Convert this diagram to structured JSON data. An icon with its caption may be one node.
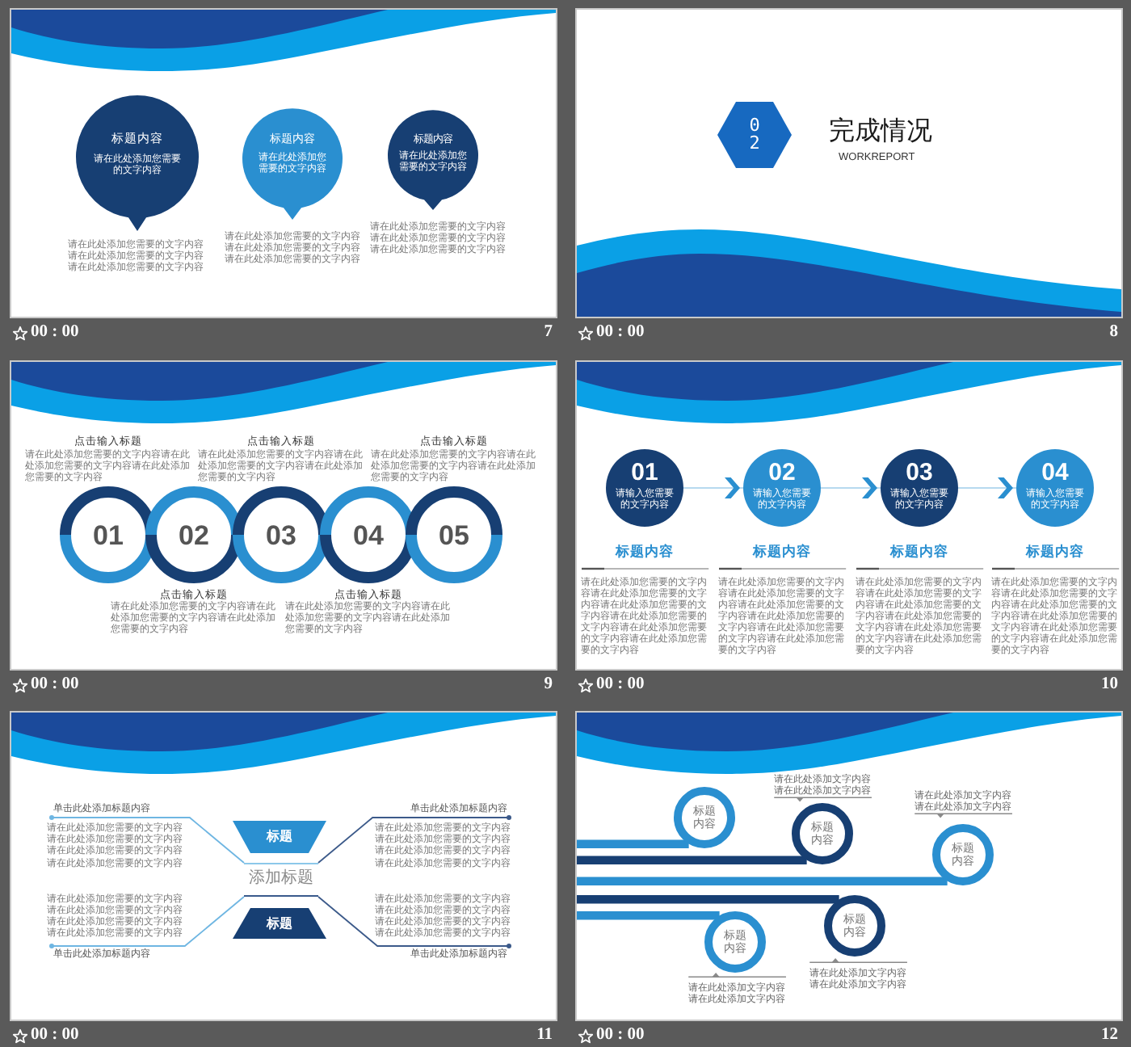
{
  "diagram": {
    "nodes": [
      {
        "text": [],
        "shape": "box",
        "beside": [
          "00 : 00",
          "7"
        ]
      },
      {
        "text": [
          "标题内容",
          "请在此处添加您需要的文字内容"
        ],
        "in": 0,
        "beside": [
          "请在此处添加您需要的文字内容请在此处添加您需要的文字内容请在此处添加您需要的文字内容"
        ]
      },
      {
        "text": [
          "标题内容",
          "请在此处添加您需要的文字内容"
        ],
        "in": 0,
        "beside": [
          "请在此处添加您需要的文字内容请在此处添加您需要的文字内容请在此处添加您需要的文字内容"
        ]
      },
      {
        "text": [
          "标题内容",
          "请在此处添加您需要的文字内容"
        ],
        "in": 0,
        "beside": [
          "请在此处添加您需要的文字内容请在此处添加您需要的文字内容请在此处添加您需要的文字内容"
        ]
      },
      {
        "text": [],
        "shape": "box",
        "beside": [
          "00 : 00",
          "8"
        ]
      },
      {
        "text": [
          "02"
        ],
        "in": 4,
        "beside": [
          "完成情况",
          "WORKREPORT"
        ]
      },
      {
        "text": [],
        "shape": "box",
        "beside": [
          "00 : 00",
          "9"
        ]
      },
      {
        "text": [
          "01"
        ],
        "in": 6,
        "beside": [
          "点击输入标题",
          "请在此处添加您需要的文字内容请在此处添加您需要的文字内容请在此处添加您需要的文字内容"
        ]
      },
      {
        "text": [
          "02"
        ],
        "in": 6,
        "beside": [
          "点击输入标题",
          "请在此处添加您需要的文字内容请在此处添加您需要的文字内容请在此处添加您需要的文字内容"
        ]
      },
      {
        "text": [
          "03"
        ],
        "in": 6,
        "beside": [
          "点击输入标题",
          "请在此处添加您需要的文字内容请在此处添加您需要的文字内容请在此处添加您需要的文字内容"
        ]
      },
      {
        "text": [
          "04"
        ],
        "in": 6,
        "beside": [
          "点击输入标题",
          "请在此处添加您需要的文字内容请在此处添加您需要的文字内容请在此处添加您需要的文字内容"
        ]
      },
      {
        "text": [
          "05"
        ],
        "in": 6,
        "beside": [
          "点击输入标题",
          "请在此处添加您需要的文字内容请在此处添加您需要的文字内容请在此处添加您需要的文字内容"
        ]
      },
      {
        "text": [],
        "shape": "box",
        "beside": [
          "00 : 00",
          "10"
        ]
      },
      {
        "text": [
          "01",
          "请输入您需要的文字内容"
        ],
        "in": 12,
        "beside": [
          "标题内容",
          "请在此处添加您需要的文字内容请在此处添加您需要的文字内容请在此处添加您需要的文字内容请在此处添加您需要的文字内容请在此处添加您需要的文字内容请在此处添加您需要的文字内容"
        ]
      },
      {
        "text": [
          "02",
          "请输入您需要的文字内容"
        ],
        "in": 12,
        "beside": [
          "标题内容",
          "请在此处添加您需要的文字内容请在此处添加您需要的文字内容请在此处添加您需要的文字内容请在此处添加您需要的文字内容请在此处添加您需要的文字内容请在此处添加您需要的文字内容"
        ]
      },
      {
        "text": [
          "03",
          "请输入您需要的文字内容"
        ],
        "in": 12,
        "beside": [
          "标题内容",
          "请在此处添加您需要的文字内容请在此处添加您需要的文字内容请在此处添加您需要的文字内容请在此处添加您需要的文字内容请在此处添加您需要的文字内容请在此处添加您需要的文字内容"
        ]
      },
      {
        "text": [
          "04",
          "请输入您需要的文字内容"
        ],
        "in": 12,
        "beside": [
          "标题内容",
          "请在此处添加您需要的文字内容请在此处添加您需要的文字内容请在此处添加您需要的文字内容请在此处添加您需要的文字内容请在此处添加您需要的文字内容请在此处添加您需要的文字内容"
        ]
      },
      {
        "text": [],
        "shape": "box",
        "beside": [
          "00 : 00",
          "11"
        ]
      },
      {
        "text": [
          "单击此处添加标题内容"
        ],
        "in": 17,
        "beside": [
          "请在此处添加您需要的文字内容请在此处添加您需要的文字内容请在此处添加您需要的文字内容请在此处添加您需要的文字内容"
        ]
      },
      {
        "text": [
          "单击此处添加标题内容"
        ],
        "in": 17,
        "beside": [
          "请在此处添加您需要的文字内容请在此处添加您需要的文字内容请在此处添加您需要的文字内容请在此处添加您需要的文字内容"
        ]
      },
      {
        "text": [
          "标题"
        ],
        "in": 17
      },
      {
        "text": [
          "添加标题"
        ],
        "in": 17
      },
      {
        "text": [
          "标题"
        ],
        "in": 17
      },
      {
        "text": [
          "单击此处添加标题内容"
        ],
        "in": 17,
        "beside": [
          "请在此处添加您需要的文字内容请在此处添加您需要的文字内容请在此处添加您需要的文字内容请在此处添加您需要的文字内容"
        ]
      },
      {
        "text": [
          "单击此处添加标题内容"
        ],
        "in": 17,
        "beside": [
          "请在此处添加您需要的文字内容请在此处添加您需要的文字内容请在此处添加您需要的文字内容请在此处添加您需要的文字内容"
        ]
      },
      {
        "text": [],
        "shape": "box",
        "beside": [
          "00 : 00",
          "12"
        ]
      },
      {
        "text": [
          "标题内容"
        ],
        "in": 25
      },
      {
        "text": [
          "标题内容"
        ],
        "in": 25,
        "beside": [
          "请在此处添加文字内容请在此处添加文字内容"
        ]
      },
      {
        "text": [
          "标题内容"
        ],
        "in": 25,
        "beside": [
          "请在此处添加文字内容请在此处添加文字内容"
        ]
      },
      {
        "text": [
          "标题内容"
        ],
        "in": 25,
        "beside": [
          "请在此处添加文字内容请在此处添加文字内容"
        ]
      },
      {
        "text": [
          "标题内容"
        ],
        "in": 25,
        "beside": [
          "请在此处添加文字内容请在此处添加文字内容"
        ]
      }
    ],
    "edges": [
      {
        "from": 13,
        "to": 14,
        "arrow": "to"
      },
      {
        "from": 14,
        "to": 15,
        "arrow": "to"
      },
      {
        "from": 15,
        "to": 16,
        "arrow": "to"
      },
      {
        "from": 21,
        "to": 18,
        "arrow": "other",
        "color": "#6fb6e2"
      },
      {
        "from": 21,
        "to": 19,
        "arrow": "other",
        "color": "#3c5a8a"
      },
      {
        "from": 21,
        "to": 23,
        "arrow": "other",
        "color": "#6fb6e2"
      },
      {
        "from": 21,
        "to": 24,
        "arrow": "other",
        "color": "#3c5a8a"
      },
      {
        "from": null,
        "to": 26,
        "arrow": "none",
        "style": "thick"
      },
      {
        "from": null,
        "to": 27,
        "arrow": "none",
        "style": "thick",
        "color": "#173f73"
      },
      {
        "from": null,
        "to": 28,
        "arrow": "none",
        "style": "thick"
      },
      {
        "from": null,
        "to": 29,
        "arrow": "none",
        "style": "thick",
        "color": "#173f73"
      },
      {
        "from": null,
        "to": 30,
        "arrow": "none",
        "style": "thick"
      }
    ]
  }
}
